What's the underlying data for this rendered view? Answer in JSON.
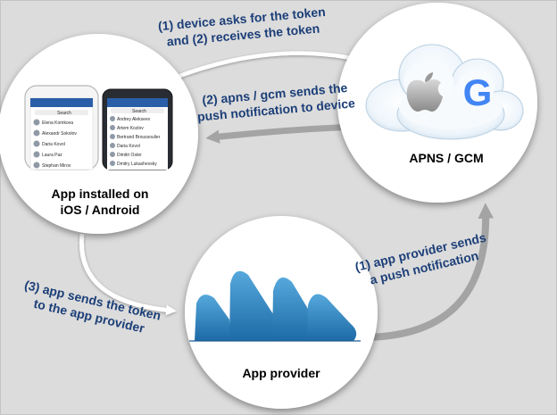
{
  "nodes": {
    "app": {
      "label_line1": "App installed on",
      "label_line2": "iOS / Android"
    },
    "apns": {
      "label": "APNS / GCM",
      "google_mark": "G"
    },
    "provider": {
      "label": "App provider"
    }
  },
  "steps": {
    "device_token": {
      "line1": "(1) device asks for the token",
      "line2": "and (2) receives the token"
    },
    "push_to_device": {
      "line1": "(2) apns / gcm sends the",
      "line2": "push notification to device"
    },
    "provider_sends": {
      "line1": "(1) app provider sends",
      "line2": "a push notification"
    },
    "app_sends_token": {
      "line1": "(3) app sends the token",
      "line2": "to the app provider"
    }
  },
  "phone_screens": {
    "left_search": "Search",
    "left_contacts": [
      "Elena Komkova",
      "Alexandr Sokolov",
      "Daria Kovol",
      "Laura Paz",
      "Stephan Mirov"
    ],
    "right_search": "Search",
    "right_contacts": [
      "Andrey Alekseev",
      "Artem Kozlov",
      "Bertrand Broussoulier",
      "Daria Kovol",
      "Dimitri Oster",
      "Dmitry Lukashevsky"
    ]
  },
  "colors": {
    "background": "#dcdcdc",
    "step_text": "#1c3f78",
    "arrow_white": "#ffffff",
    "arrow_gray": "#a4a4a4",
    "brand_blue": "#2e86c1"
  }
}
